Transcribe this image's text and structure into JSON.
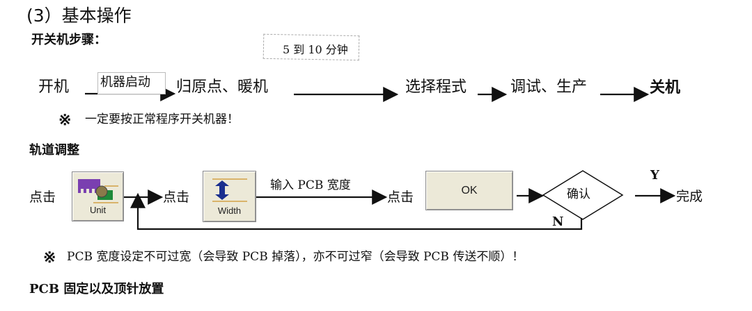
{
  "section_title": "(3）基本操作",
  "power": {
    "heading": "开关机步骤：",
    "duration_note": "5 到 10 分钟",
    "steps": [
      "开机",
      "归原点、暖机",
      "选择程式",
      "调试、生产",
      "关机"
    ],
    "first_arrow_label": "机器启动",
    "warning_symbol": "※",
    "warning": "一定要按正常程序开关机器！"
  },
  "rail": {
    "heading": "轨道调整",
    "click1": "点击",
    "unit_button": "Unit",
    "click2": "点击",
    "width_button": "Width",
    "input_label": "输入 PCB 宽度",
    "click3": "点击",
    "ok_button": "OK",
    "confirm": "确认",
    "yes": "Y",
    "no": "N",
    "done": "完成",
    "warning_symbol": "※",
    "warning": "PCB 宽度设定不可过宽（会导致 PCB 掉落），亦不可过窄（会导致 PCB 传送不顺）！"
  },
  "next_heading": "PCB 固定以及顶针放置"
}
